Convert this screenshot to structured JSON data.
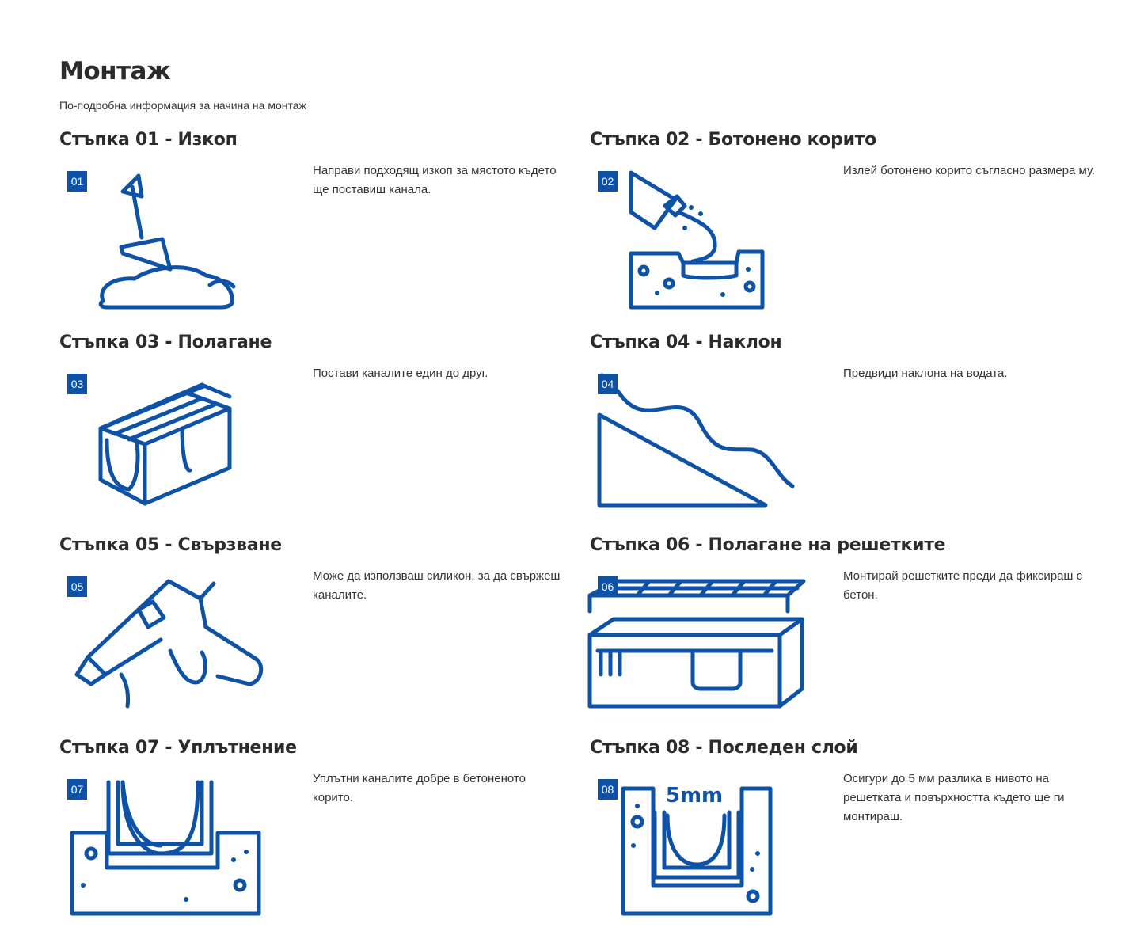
{
  "page": {
    "title": "Монтаж",
    "subtitle": "По-подробна информация за начина на монтаж"
  },
  "theme": {
    "accent": "#0d52a6",
    "text": "#2b2b2b"
  },
  "steps": [
    {
      "badge": "01",
      "title": "Стъпка 01 - Изкоп",
      "description": "Направи подходящ изкоп за мястото където ще поставиш канала.",
      "icon": "shovel-icon"
    },
    {
      "badge": "02",
      "title": "Стъпка 02 - Ботонено корито",
      "description": "Излей ботонено корито съгласно размера му.",
      "icon": "pouring-concrete-icon"
    },
    {
      "badge": "03",
      "title": "Стъпка 03 - Полагане",
      "description": "Постави каналите един до друг.",
      "icon": "channels-icon"
    },
    {
      "badge": "04",
      "title": "Стъпка 04 - Наклон",
      "description": "Предвиди наклона на водата.",
      "icon": "slope-icon"
    },
    {
      "badge": "05",
      "title": "Стъпка 05 - Свързване",
      "description": "Може да използваш силикон, за да свържеш каналите.",
      "icon": "glue-gun-icon"
    },
    {
      "badge": "06",
      "title": "Стъпка 06 - Полагане на решетките",
      "description": "Монтирай решетките преди да фиксираш с бетон.",
      "icon": "grating-icon"
    },
    {
      "badge": "07",
      "title": "Стъпка 07 - Уплътнение",
      "description": "Уплътни каналите добре в бетоненото корито.",
      "icon": "sealing-icon"
    },
    {
      "badge": "08",
      "title": "Стъпка 08 - Последен слой",
      "description": "Осигури до 5 мм разлика в нивото на решетката и повърхността където ще ги монтираш.",
      "icon": "final-layer-icon",
      "icon_label": "5mm"
    }
  ]
}
